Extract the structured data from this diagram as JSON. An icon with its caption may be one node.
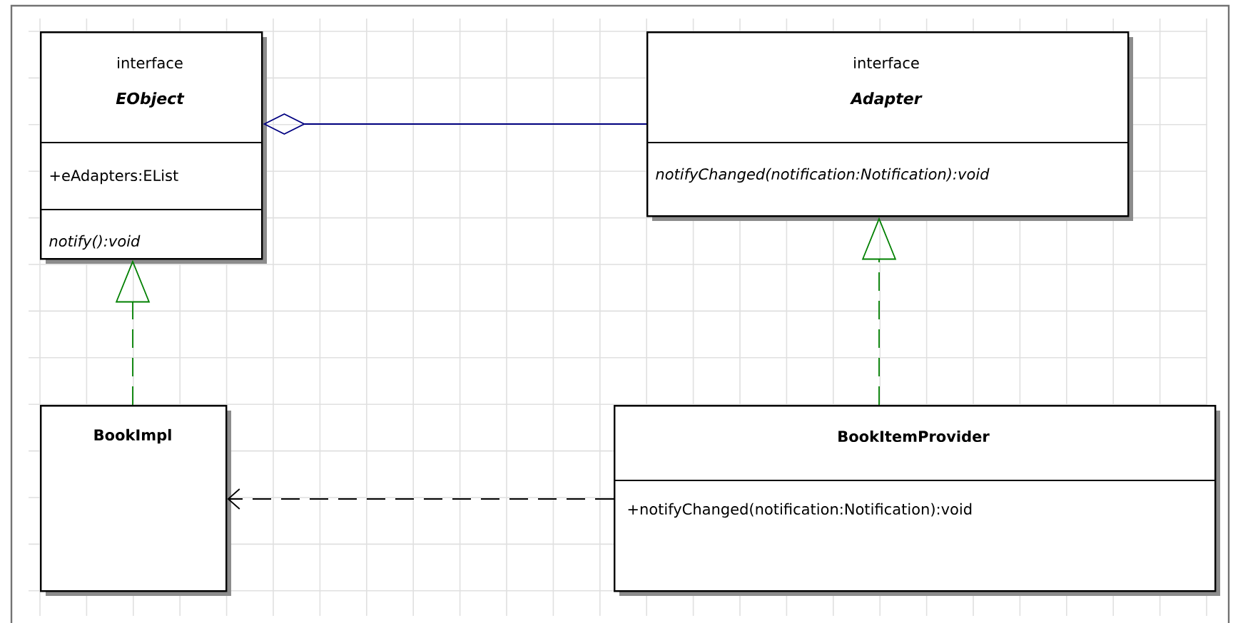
{
  "diagram": {
    "nodes": [
      {
        "text": [
          "interface",
          "EObject",
          "+eAdapters:EList",
          "notify():void"
        ]
      },
      {
        "text": [
          "interface",
          "Adapter",
          "notifyChanged(notification:Notification):void"
        ]
      },
      {
        "text": [
          "BookImpl"
        ]
      },
      {
        "text": [
          "BookItemProvider",
          "+notifyChanged(notification:Notification):void"
        ]
      }
    ],
    "edges": [
      {
        "from": 1,
        "to": 0,
        "arrow": "other",
        "color": "#000080"
      },
      {
        "from": 2,
        "to": 0,
        "arrow": "to",
        "style": "dashed",
        "color": "#008000"
      },
      {
        "from": 3,
        "to": 1,
        "arrow": "to",
        "style": "dashed",
        "color": "#008000"
      },
      {
        "from": 3,
        "to": 2,
        "arrow": "to",
        "style": "dashed",
        "color": "#000000"
      }
    ]
  }
}
